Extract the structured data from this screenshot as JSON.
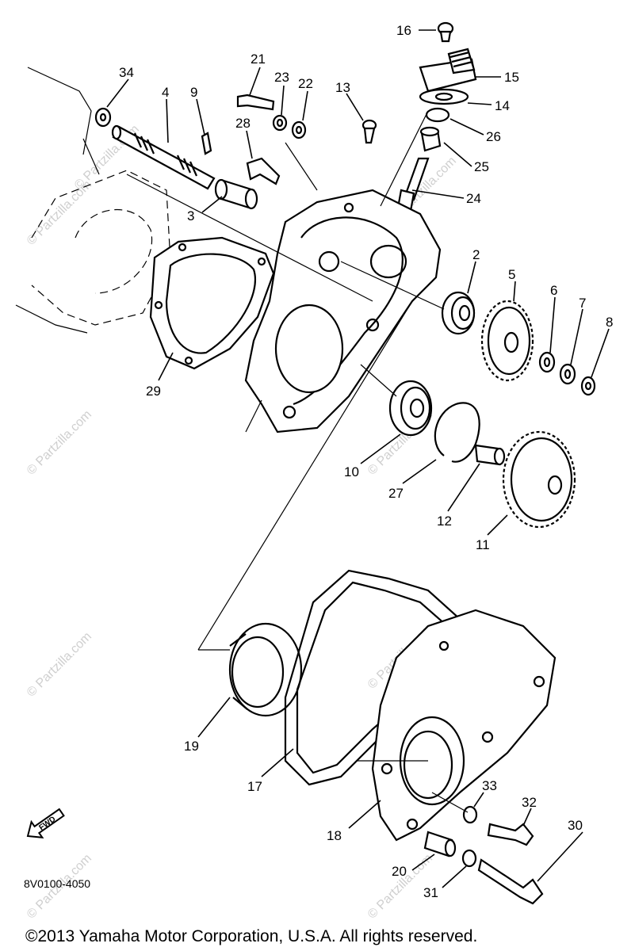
{
  "watermark": "© Partzilla.com",
  "diagram_code": "8V0100-4050",
  "fwd_label": "FWD",
  "copyright": "©2013 Yamaha Motor Corporation, U.S.A. All rights reserved.",
  "labels": {
    "p2": "2",
    "p3": "3",
    "p4": "4",
    "p5": "5",
    "p6": "6",
    "p7": "7",
    "p8": "8",
    "p9": "9",
    "p10": "10",
    "p11": "11",
    "p12": "12",
    "p13": "13",
    "p14": "14",
    "p15": "15",
    "p16": "16",
    "p17": "17",
    "p18": "18",
    "p19": "19",
    "p20": "20",
    "p21": "21",
    "p22": "22",
    "p23": "23",
    "p24": "24",
    "p25": "25",
    "p26": "26",
    "p27": "27",
    "p28": "28",
    "p29": "29",
    "p30": "30",
    "p31": "31",
    "p32": "32",
    "p33": "33",
    "p34": "34"
  }
}
